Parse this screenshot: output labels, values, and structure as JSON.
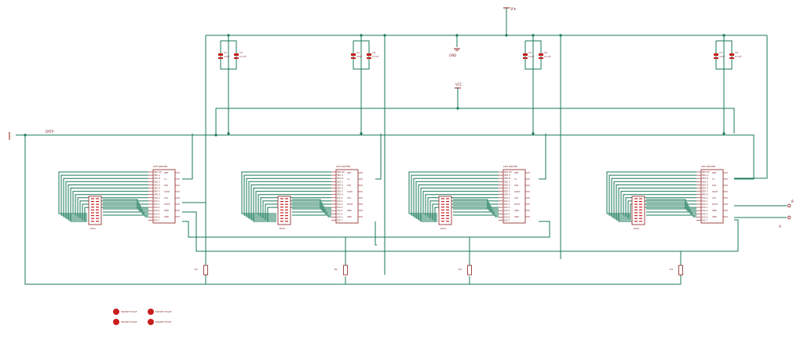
{
  "colors": {
    "wire": "#1a7a5a",
    "component": "#8b1c1c",
    "fill_red": "#c81e1e",
    "background": "#ffffff"
  },
  "labels": {
    "top_power": "V+",
    "center_gnd": "GND",
    "center_mid": "VCC",
    "left_net": "DATA",
    "right_net_top": "B",
    "right_net_bottom": "A"
  },
  "chips": [
    {
      "title": "LED DRIVER",
      "left_pins": [
        "SEG DP",
        "SEG A",
        "SEG B",
        "SEG C",
        "SEG D",
        "SEG E",
        "SEG F",
        "SEG G",
        "DIG 0",
        "DIG 1",
        "DIG 2",
        "DIG 3",
        "DIG 4",
        "DIG 5",
        "DIG 6",
        "DIG 7"
      ],
      "right_pins": [
        "ISET",
        "V+",
        "DIN",
        "LOAD",
        "CLK",
        "DOUT",
        "GND",
        "GND"
      ]
    },
    {
      "title": "LED DRIVER",
      "left_pins": [
        "SEG DP",
        "SEG A",
        "SEG B",
        "SEG C",
        "SEG D",
        "SEG E",
        "SEG F",
        "SEG G",
        "DIG 0",
        "DIG 1",
        "DIG 2",
        "DIG 3",
        "DIG 4",
        "DIG 5",
        "DIG 6",
        "DIG 7"
      ],
      "right_pins": [
        "ISET",
        "V+",
        "DIN",
        "LOAD",
        "CLK",
        "DOUT",
        "GND",
        "GND"
      ]
    },
    {
      "title": "LED DRIVER",
      "left_pins": [
        "SEG DP",
        "SEG A",
        "SEG B",
        "SEG C",
        "SEG D",
        "SEG E",
        "SEG F",
        "SEG G",
        "DIG 0",
        "DIG 1",
        "DIG 2",
        "DIG 3",
        "DIG 4",
        "DIG 5",
        "DIG 6",
        "DIG 7"
      ],
      "right_pins": [
        "ISET",
        "V+",
        "DIN",
        "LOAD",
        "CLK",
        "DOUT",
        "GND",
        "GND"
      ]
    },
    {
      "title": "LED DRIVER",
      "left_pins": [
        "SEG DP",
        "SEG A",
        "SEG B",
        "SEG C",
        "SEG D",
        "SEG E",
        "SEG F",
        "SEG G",
        "DIG 0",
        "DIG 1",
        "DIG 2",
        "DIG 3",
        "DIG 4",
        "DIG 5",
        "DIG 6",
        "DIG 7"
      ],
      "right_pins": [
        "ISET",
        "V+",
        "DIN",
        "LOAD",
        "CLK",
        "DOUT",
        "GND",
        "GND"
      ]
    }
  ],
  "displays": [
    {
      "label": "DIS1"
    },
    {
      "label": "DIS2"
    },
    {
      "label": "DIS3"
    },
    {
      "label": "DIS4"
    }
  ],
  "cap_pairs": [
    {
      "c1": "C1",
      "c2": "C2",
      "v1": "10uF",
      "v2": "0.1uF"
    },
    {
      "c1": "C3",
      "c2": "C4",
      "v1": "10uF",
      "v2": "0.1uF"
    },
    {
      "c1": "C5",
      "c2": "C6",
      "v1": "10uF",
      "v2": "0.1uF"
    },
    {
      "c1": "C7",
      "c2": "C8",
      "v1": "10uF",
      "v2": "0.1uF"
    }
  ],
  "resistors": [
    {
      "label": "R1"
    },
    {
      "label": "R2"
    },
    {
      "label": "R3"
    },
    {
      "label": "R4"
    }
  ],
  "mounting_holes": [
    {
      "label": "MOUNT HOLE"
    },
    {
      "label": "MOUNT HOLE"
    },
    {
      "label": "MOUNT HOLE"
    },
    {
      "label": "MOUNT HOLE"
    }
  ]
}
